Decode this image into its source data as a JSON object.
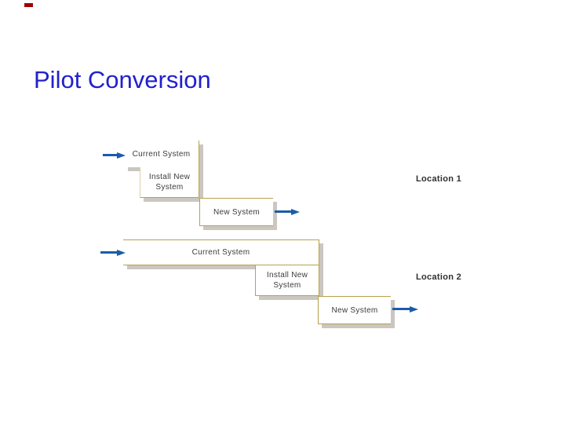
{
  "slide": {
    "title": "Pilot Conversion"
  },
  "diagram": {
    "location1": {
      "label": "Location 1",
      "boxes": {
        "current": "Current System",
        "install": "Install New System",
        "new": "New System"
      }
    },
    "location2": {
      "label": "Location 2",
      "boxes": {
        "current": "Current System",
        "install": "Install New System",
        "new": "New System"
      }
    }
  },
  "colors": {
    "title_blue": "#2121cc",
    "box_border_tan": "#b8a14f",
    "drop_shadow_gray": "#cbc7c0",
    "arrow_blue": "#1a5ca8",
    "label_text": "#3b3b3b",
    "red_dash": "#a00000"
  }
}
